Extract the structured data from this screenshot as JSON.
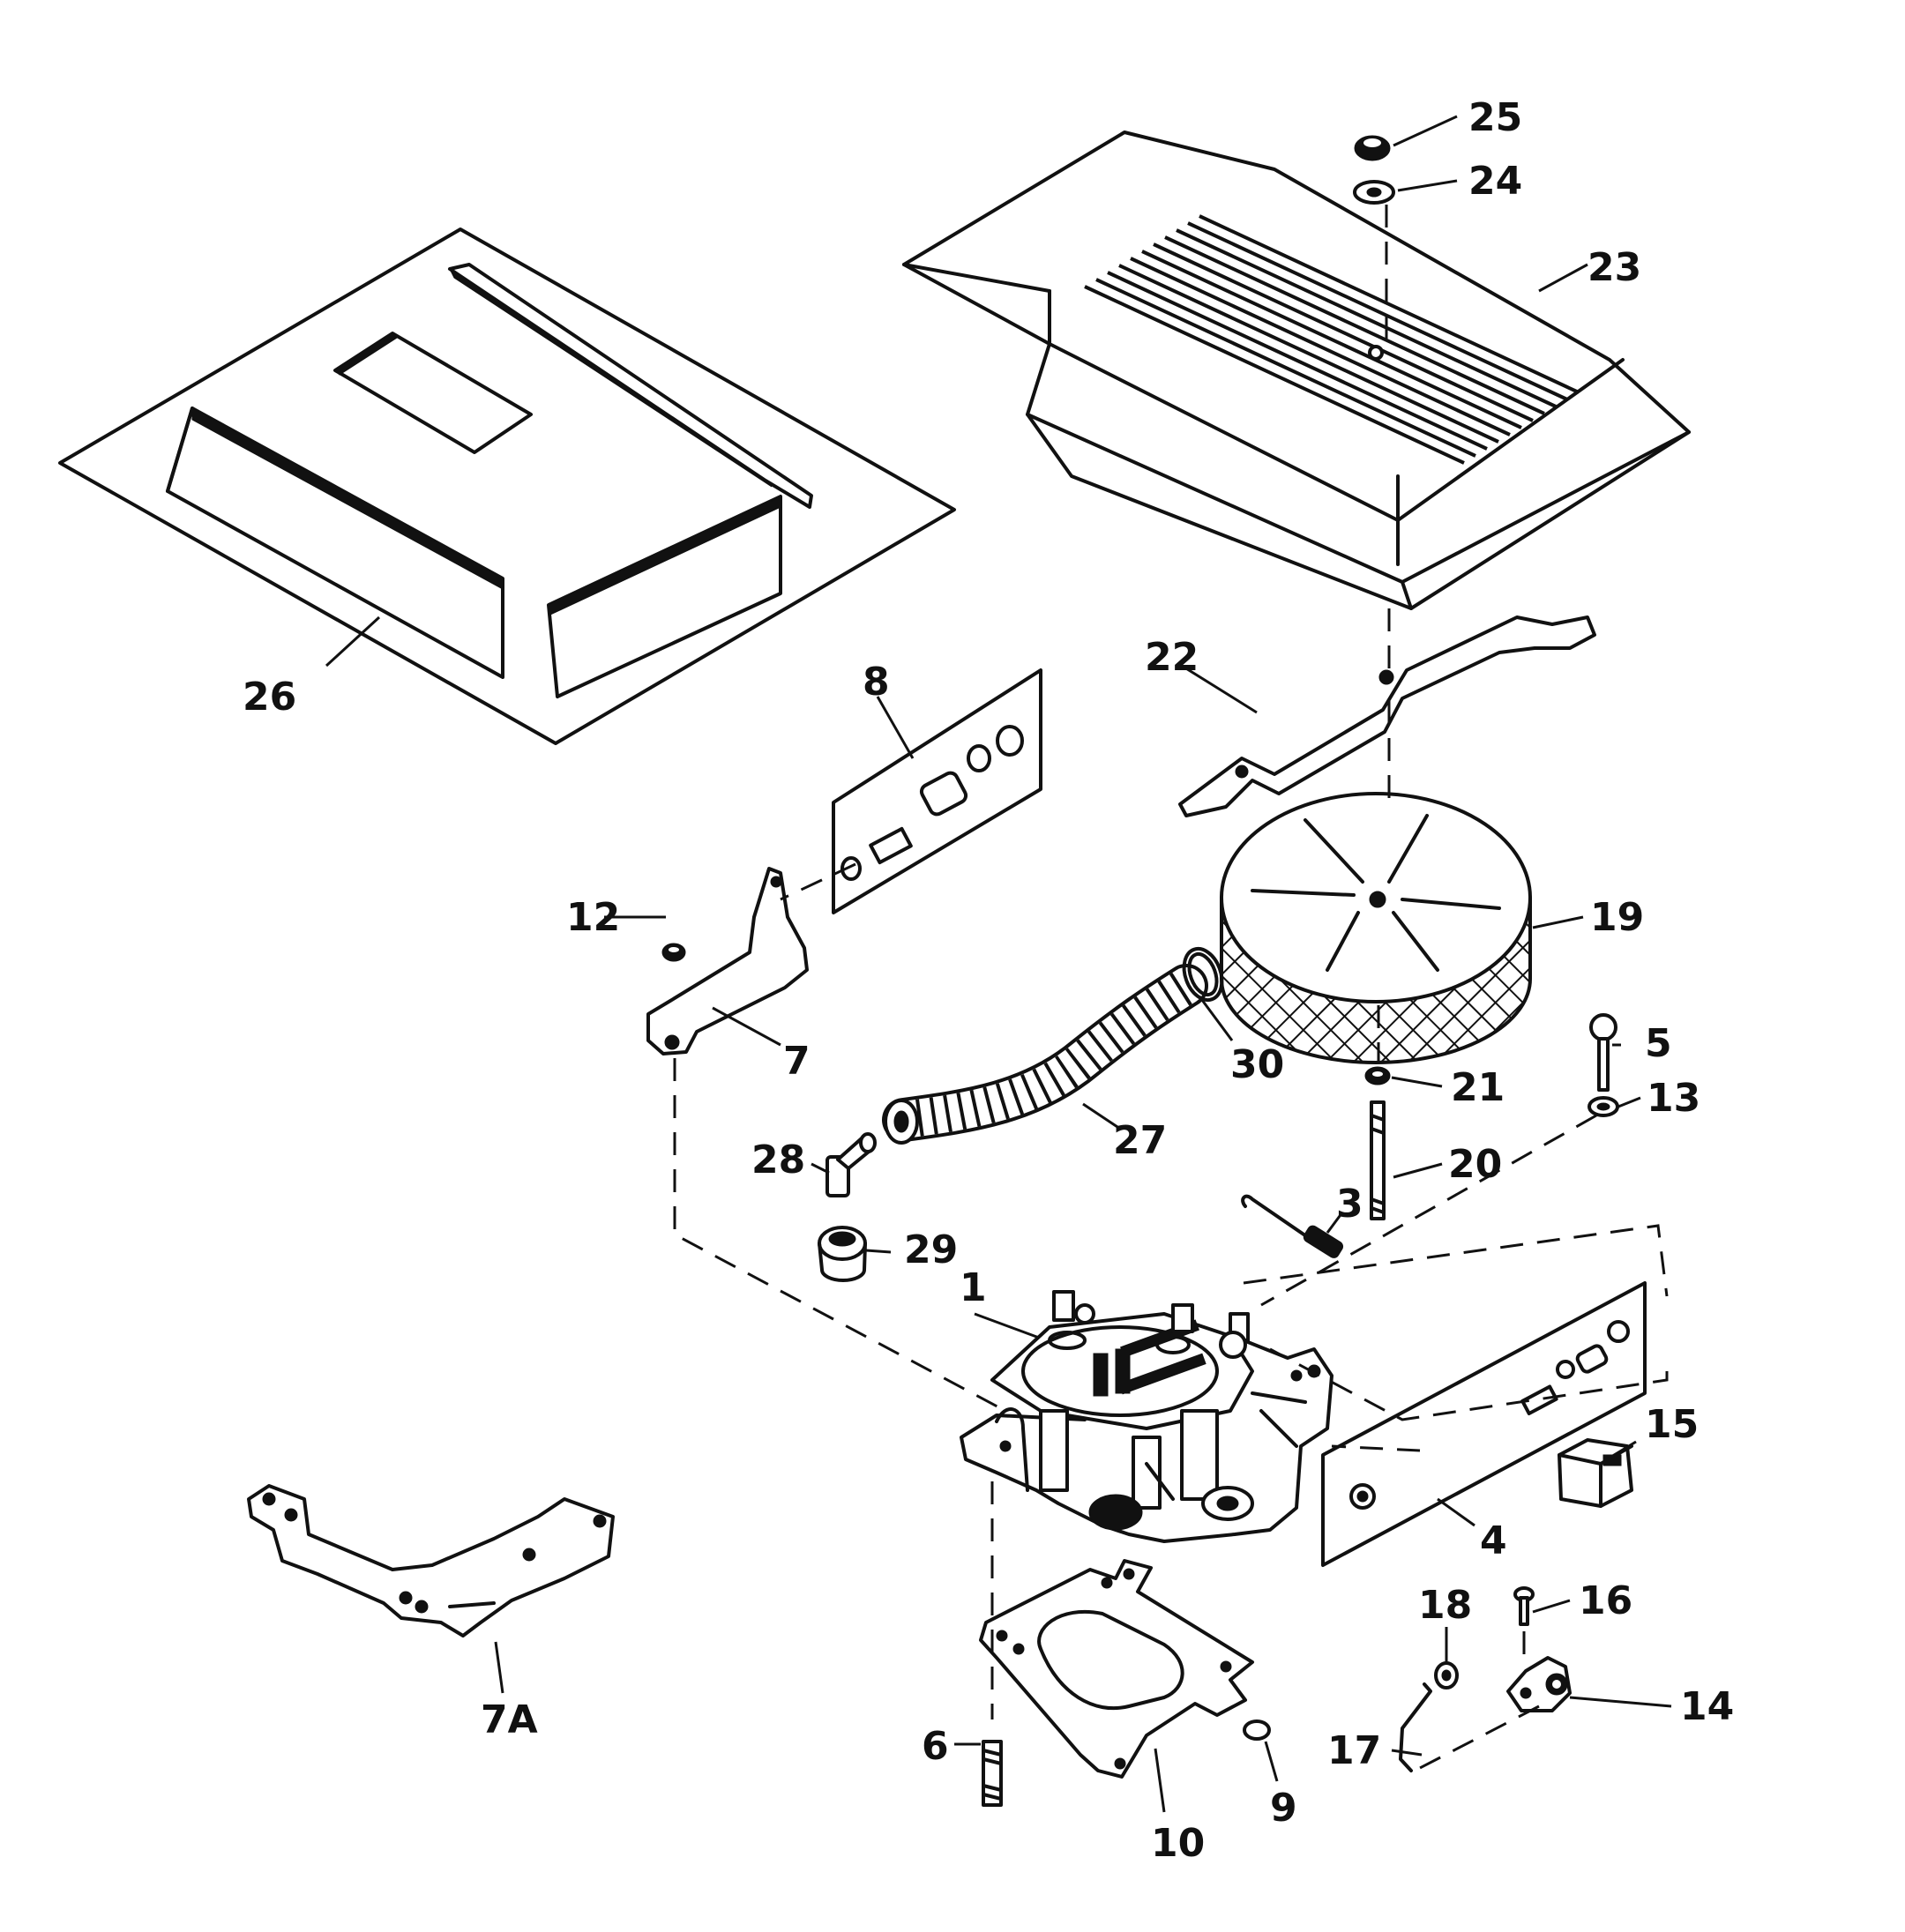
{
  "diagram": {
    "colors": {
      "ink": "#111111",
      "paper": "#ffffff"
    },
    "callouts": [
      {
        "id": "1",
        "label": "1"
      },
      {
        "id": "3",
        "label": "3"
      },
      {
        "id": "4",
        "label": "4"
      },
      {
        "id": "5",
        "label": "5"
      },
      {
        "id": "6",
        "label": "6"
      },
      {
        "id": "7",
        "label": "7"
      },
      {
        "id": "7A",
        "label": "7A"
      },
      {
        "id": "8",
        "label": "8"
      },
      {
        "id": "9",
        "label": "9"
      },
      {
        "id": "10",
        "label": "10"
      },
      {
        "id": "12",
        "label": "12"
      },
      {
        "id": "13",
        "label": "13"
      },
      {
        "id": "14",
        "label": "14"
      },
      {
        "id": "15",
        "label": "15"
      },
      {
        "id": "16",
        "label": "16"
      },
      {
        "id": "17",
        "label": "17"
      },
      {
        "id": "18",
        "label": "18"
      },
      {
        "id": "19",
        "label": "19"
      },
      {
        "id": "20",
        "label": "20"
      },
      {
        "id": "21",
        "label": "21"
      },
      {
        "id": "22",
        "label": "22"
      },
      {
        "id": "23",
        "label": "23"
      },
      {
        "id": "24",
        "label": "24"
      },
      {
        "id": "25",
        "label": "25"
      },
      {
        "id": "26",
        "label": "26"
      },
      {
        "id": "27",
        "label": "27"
      },
      {
        "id": "28",
        "label": "28"
      },
      {
        "id": "29",
        "label": "29"
      },
      {
        "id": "30",
        "label": "30"
      }
    ]
  }
}
